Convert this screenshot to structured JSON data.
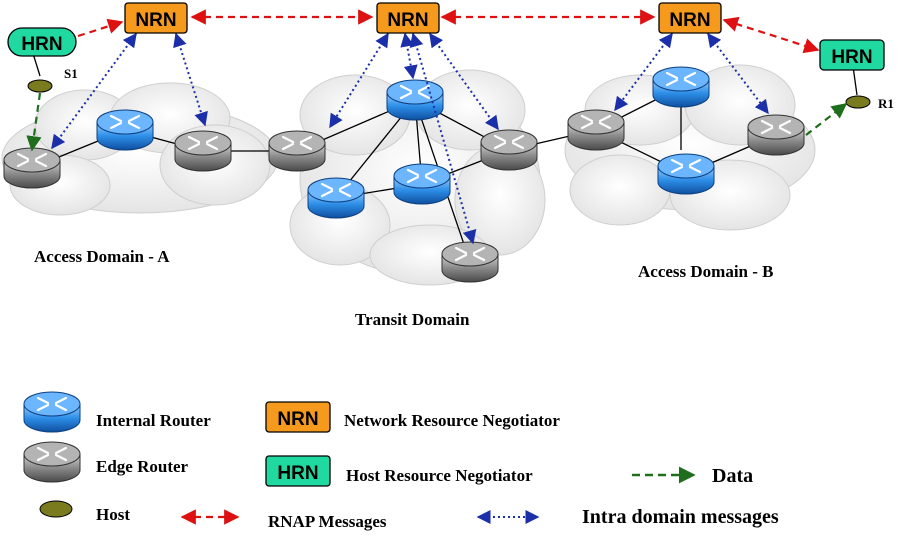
{
  "colors": {
    "nrn_fill": "#f59a1c",
    "hrn_fill": "#1fd9a0",
    "rnap_arrow": "#dd1111",
    "intra_arrow": "#1b2fa8",
    "data_arrow": "#1e6e1e",
    "host_fill": "#7a7a1e",
    "internal_router": "#2e8fe8",
    "edge_router": "#8a8a8a"
  },
  "nodes": {
    "hrn_left": "HRN",
    "hrn_right": "HRN",
    "nrn_a": "NRN",
    "nrn_t": "NRN",
    "nrn_b": "NRN",
    "host_s1": "S1",
    "host_r1": "R1"
  },
  "domains": {
    "a": "Access Domain - A",
    "transit": "Transit Domain",
    "b": "Access Domain - B"
  },
  "legend": {
    "internal_router": "Internal Router",
    "edge_router": "Edge Router",
    "host": "Host",
    "nrn_abbr": "NRN",
    "nrn": "Network Resource Negotiator",
    "hrn_abbr": "HRN",
    "hrn": "Host Resource Negotiator",
    "rnap": "RNAP Messages",
    "data": "Data",
    "intra": "Intra domain messages"
  }
}
